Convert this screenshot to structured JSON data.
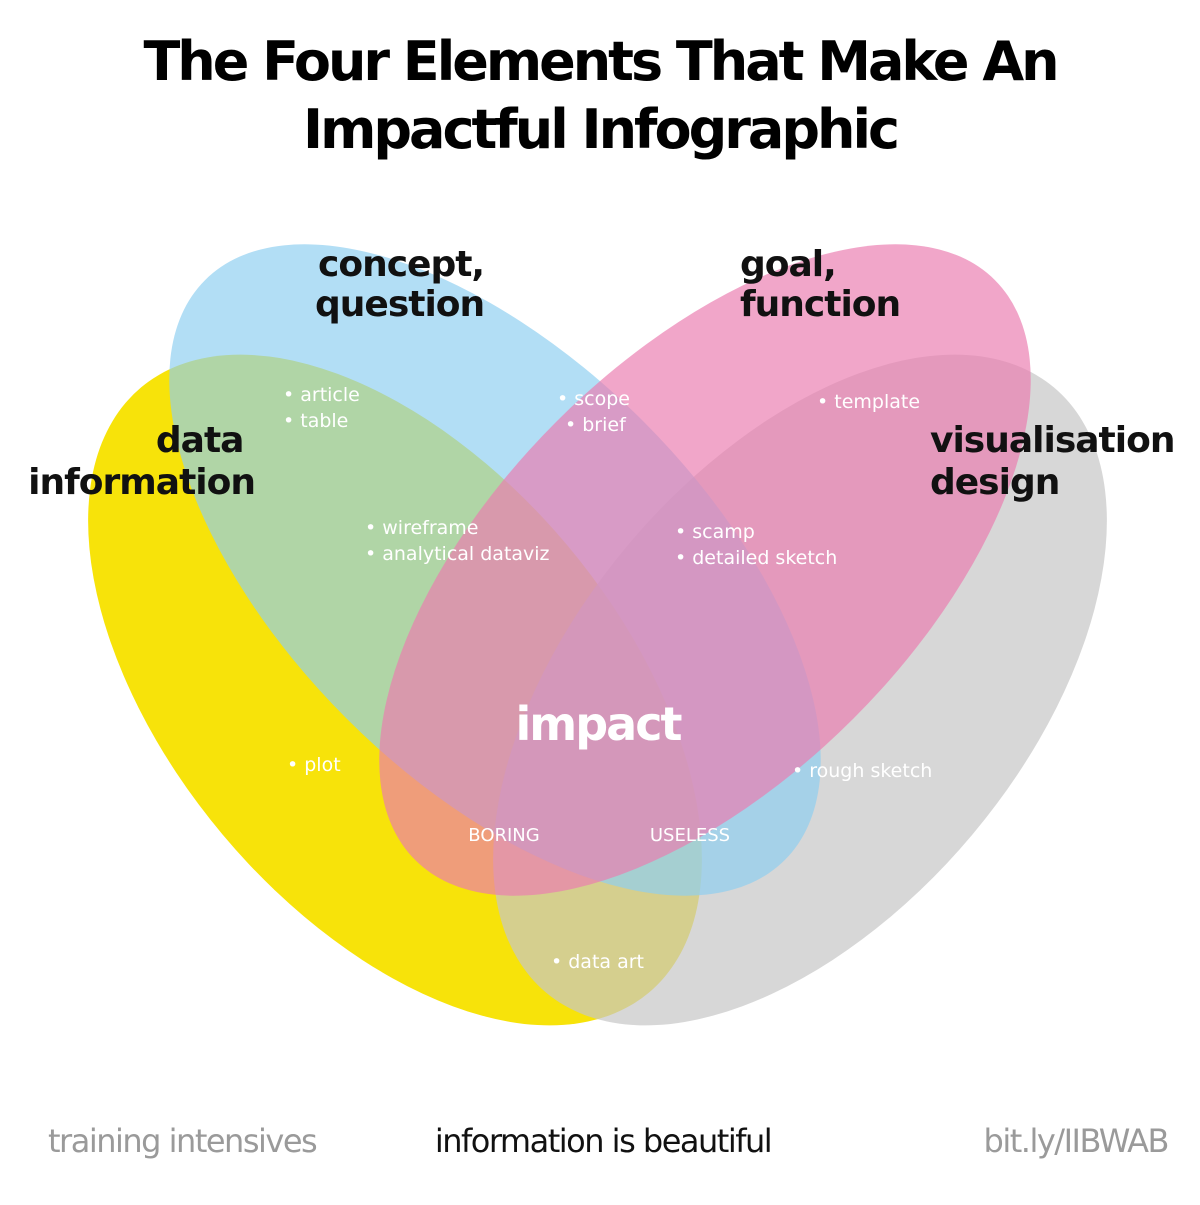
{
  "title": {
    "line1": "The Four Elements That Make An",
    "line2": "Impactful Infographic"
  },
  "sets": [
    {
      "id": "data",
      "lines": [
        "data",
        "information"
      ],
      "color": "#f7e30a"
    },
    {
      "id": "concept",
      "lines": [
        "concept,",
        "question"
      ],
      "color": "#8ecff0"
    },
    {
      "id": "goal",
      "lines": [
        "goal,",
        "function"
      ],
      "color": "#ea7cb0"
    },
    {
      "id": "visual",
      "lines": [
        "visualisation",
        "design"
      ],
      "color": "#c6c6c6"
    }
  ],
  "regions": {
    "article_table": [
      "• article",
      "• table"
    ],
    "scope_brief": [
      "• scope",
      "• brief"
    ],
    "template": [
      "• template"
    ],
    "wireframe": [
      "• wireframe",
      "• analytical dataviz"
    ],
    "scamp": [
      "• scamp",
      "• detailed sketch"
    ],
    "plot": [
      "• plot"
    ],
    "rough_sketch": [
      "• rough sketch"
    ],
    "data_art": [
      "• data art"
    ],
    "boring": "BORING",
    "useless": "USELESS",
    "center": "impact"
  },
  "footer": {
    "left": "training intensives",
    "middle": "information is beautiful",
    "right": "bit.ly/IIBWAB"
  }
}
